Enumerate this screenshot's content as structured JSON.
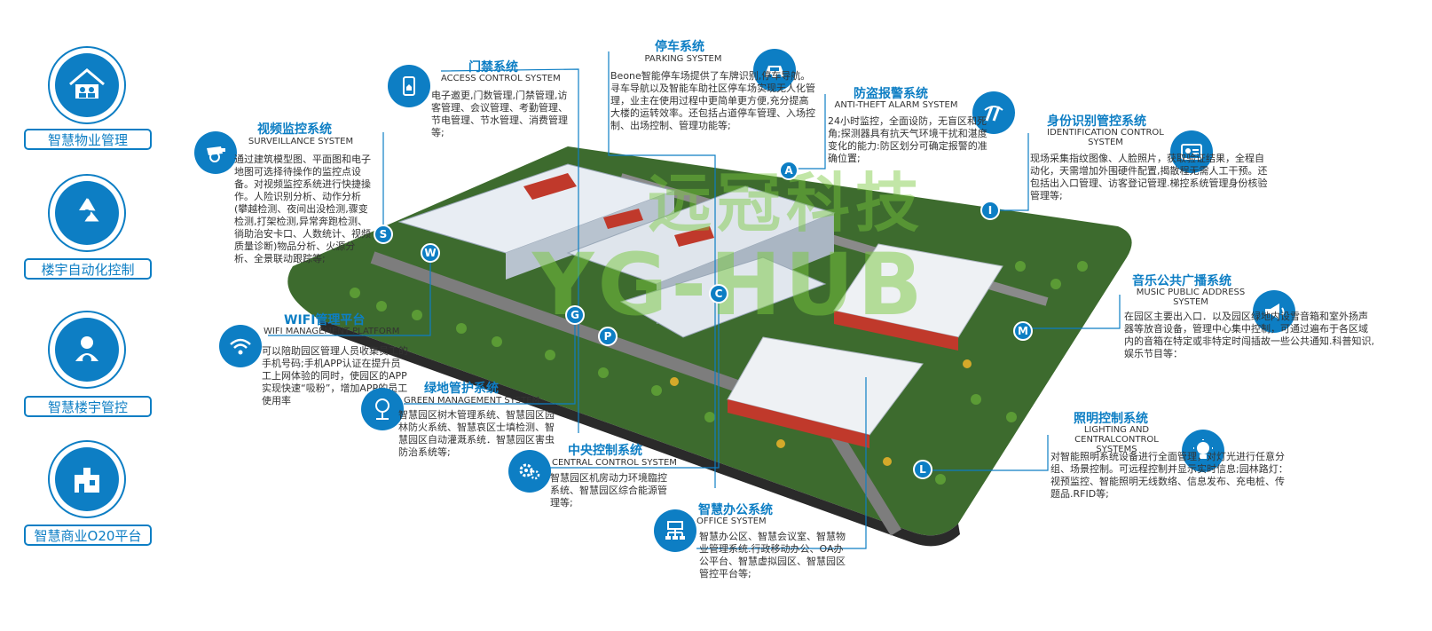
{
  "left_menu": [
    {
      "label": "智慧物业管理",
      "icon": "house-people-icon"
    },
    {
      "label": "楼宇自动化控制",
      "icon": "recycle-icon"
    },
    {
      "label": "智慧楼宇管控",
      "icon": "person-gear-icon"
    },
    {
      "label": "智慧商业O20平台",
      "icon": "shop-gift-icon"
    }
  ],
  "watermark": {
    "cn": "远冠科技",
    "en": "YG-HUB"
  },
  "systems": {
    "access": {
      "cn": "门禁系统",
      "en": "ACCESS CONTROL SYSTEM",
      "desc": "电子邀更,门数管理,门禁管理,访客管理、会议管理、考勤管理、节电管理、节水管理、消费管理等;"
    },
    "parking": {
      "cn": "停车系统",
      "en": "PARKING SYSTEM",
      "desc": "Beone智能停车场提供了车牌识别,停车导航。寻车导航以及智能车助社区停车场实现无人化管理，业主在使用过程中更简单更方便,充分提高大楼的运转效率。还包括占道停车管理、入场控制、出场控制、管理功能等;"
    },
    "alarm": {
      "cn": "防盗报警系统",
      "en": "ANTI-THEFT ALARM SYSTEM",
      "desc": "24小时监控，全面设防，无盲区和死角;探测器具有抗天气环境干扰和湛度变化的能力:防区划分可确定报警的准确位置;"
    },
    "identity": {
      "cn": "身份识别管控系统",
      "en": "IDENTIFICATION CONTROL SYSTEM",
      "desc": "现场采集指纹图像、人脸照片，获取验证结果，全程自动化，天需增加外围硬件配置,揭散程无需人工干预。还包括出入口管理、访客登记管理.梯控系统管理身份核验管理等;"
    },
    "surveillance": {
      "cn": "视频监控系统",
      "en": "SURVEILLANCE SYSTEM",
      "desc": "通过建筑模型图、平面图和电子地图可选择待操作的监控点设备。对视频监控系统进行快捷操作。人险识别分析、动作分析(攀越检测、夜间出没检测,骤变检测,打架检测,异常奔跑检测、徜助治安卡口、人数统计、视频质量诊断)物品分析、火源分析、全景联动跟踪等;"
    },
    "wifi": {
      "cn": "WIFI管理平台",
      "en": "WIFI MANAGEMENT PLATFORM",
      "desc": "可以陪助园区管理人员收集员工的手机号码;手机APP认证在提升员工上网体验的同时，使园区的APP实现快速“吸粉”，增加APP的员工使用率"
    },
    "green": {
      "cn": "绿地管护系统",
      "en": "GREEN MANAGEMENT SYSTEM",
      "desc": "智慧园区树木管理系统、智慧园区园林防火系统、智慧哀区士填检测、智慧园区自动灌溉系统．智慧园区害虫防治系统等;"
    },
    "central": {
      "cn": "中央控制系统",
      "en": "CENTRAL CONTROL SYSTEM",
      "desc": "智慧园区机房动力环境臨控系统、智慧园区综合能源管理等;"
    },
    "office": {
      "cn": "智慧办公系统",
      "en": "OFFICE SYSTEM",
      "desc": "智慧办公区、智慧会议室、智慧物业管理系统.行政移动办公、OA办公平台、智慧虚拟园区、智慧园区管控平台等;"
    },
    "music": {
      "cn": "音乐公共广播系统",
      "en": "MUSIC PUBLIC ADDRESS SYSTEM",
      "desc": "在园区主要出入口．以及园区绿地内设雪音箱和室外扬声器等放音设备，管理中心集中控制，可通过遍布于各区域内的音箱在特定或非特定时闯插故一些公共通知.科普知识,娱乐节目等："
    },
    "lighting": {
      "cn": "照明控制系统",
      "en": "LIGHTING AND CENTRALCONTROL SYSTEMS",
      "desc": "对智能照明系统设备进行全面管理，对灯光进行任意分组、场景控制。可远程控制并显示实时信息;园林路灯：视预监控、智能照明无线数络、信息发布、充电桩、传题品.RFID等;"
    }
  },
  "pins": [
    "A",
    "I",
    "S",
    "W",
    "C",
    "G",
    "P",
    "M",
    "L"
  ]
}
